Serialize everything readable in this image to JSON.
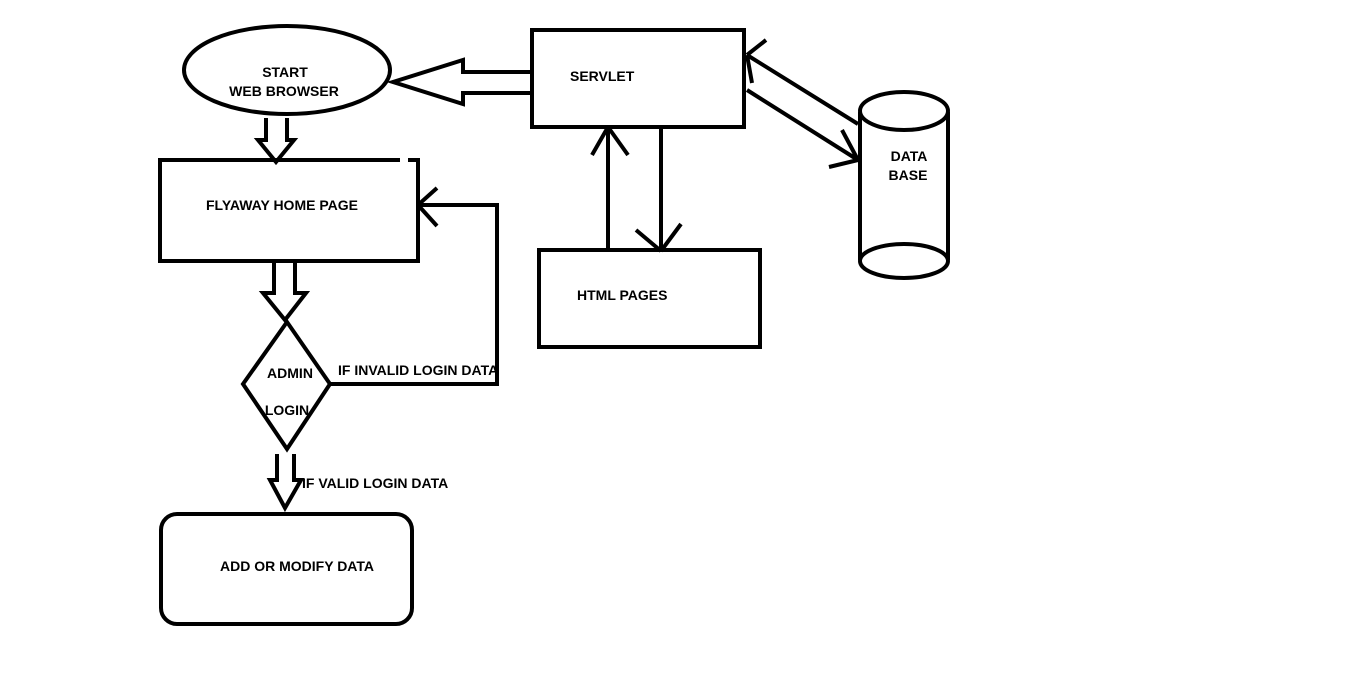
{
  "nodes": {
    "start": {
      "line1": "START",
      "line2": "WEB BROWSER"
    },
    "servlet": {
      "label": "SERVLET"
    },
    "database": {
      "line1": "DATA",
      "line2": "BASE"
    },
    "home": {
      "label": "FLYAWAY HOME PAGE"
    },
    "html_pages": {
      "label": "HTML PAGES"
    },
    "admin": {
      "line1": "ADMIN",
      "line2": "LOGIN"
    },
    "add_modify": {
      "label": "ADD OR MODIFY DATA"
    }
  },
  "edges": {
    "invalid": {
      "label": "IF INVALID LOGIN DATA"
    },
    "valid": {
      "label": "IF VALID LOGIN DATA"
    }
  },
  "colors": {
    "stroke": "#000000",
    "background": "#ffffff"
  }
}
